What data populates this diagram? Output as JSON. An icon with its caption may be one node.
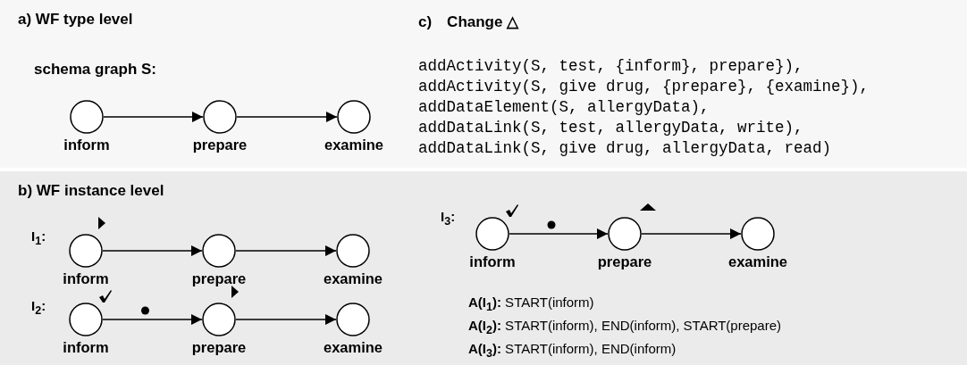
{
  "diagram": {
    "nodes": [
      {
        "text": [
          "a) WF type level",
          "schema graph S:"
        ]
      },
      {
        "text": [
          "inform"
        ],
        "in": 0
      },
      {
        "text": [
          "prepare"
        ],
        "in": 0
      },
      {
        "text": [
          "examine"
        ],
        "in": 0
      },
      {
        "text": [
          "c) Change △",
          "addActivity(S, test, {inform}, prepare}),",
          "addActivity(S, give drug, {prepare}, {examine}),",
          "addDataElement(S, allergyData),",
          "addDataLink(S, test, allergyData, write),",
          "addDataLink(S, give drug, allergyData, read)"
        ]
      },
      {
        "text": [
          "b) WF instance level"
        ]
      },
      {
        "text": [
          "inform"
        ],
        "in": 5
      },
      {
        "text": [
          "prepare"
        ],
        "in": 5
      },
      {
        "text": [
          "examine"
        ],
        "in": 5
      },
      {
        "text": [
          "inform"
        ],
        "in": 5
      },
      {
        "text": [
          "prepare"
        ],
        "in": 5
      },
      {
        "text": [
          "examine"
        ],
        "in": 5
      },
      {
        "text": [
          "inform"
        ],
        "in": 5
      },
      {
        "text": [
          "prepare"
        ],
        "in": 5
      },
      {
        "text": [
          "examine"
        ],
        "in": 5
      }
    ],
    "edges": [
      {
        "from": 1,
        "to": 2,
        "arrow": "to"
      },
      {
        "from": 2,
        "to": 3,
        "arrow": "to"
      },
      {
        "from": 6,
        "to": 7,
        "arrow": "to"
      },
      {
        "from": 7,
        "to": 8,
        "arrow": "to"
      },
      {
        "from": 9,
        "to": 10,
        "arrow": "to"
      },
      {
        "from": 10,
        "to": 11,
        "arrow": "to"
      },
      {
        "from": 12,
        "to": 13,
        "arrow": "to"
      },
      {
        "from": 13,
        "to": 14,
        "arrow": "to"
      }
    ],
    "labels": [
      "I$_{1}$:",
      "I$_{2}$:",
      "I$_{3}$:",
      "**A(I$_{1}$):** START(inform)",
      "**A(I$_{2}$):** START(inform), END(inform), START(prepare)",
      "**A(I$_{3}$):** START(inform), END(inform)"
    ]
  }
}
